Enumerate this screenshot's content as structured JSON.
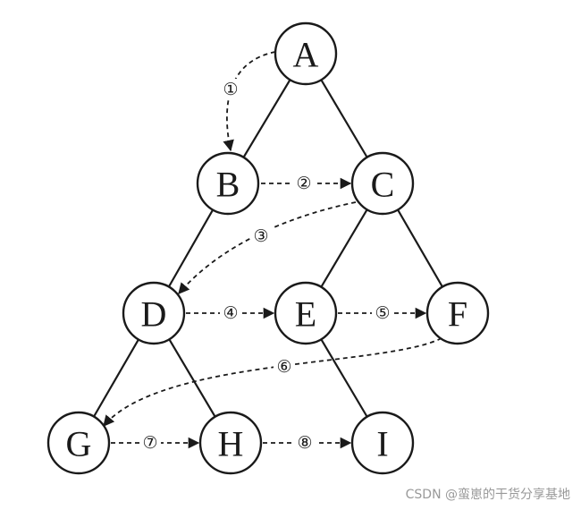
{
  "nodes": [
    {
      "id": "A",
      "label": "A"
    },
    {
      "id": "B",
      "label": "B"
    },
    {
      "id": "C",
      "label": "C"
    },
    {
      "id": "D",
      "label": "D"
    },
    {
      "id": "E",
      "label": "E"
    },
    {
      "id": "F",
      "label": "F"
    },
    {
      "id": "G",
      "label": "G"
    },
    {
      "id": "H",
      "label": "H"
    },
    {
      "id": "I",
      "label": "I"
    }
  ],
  "tree_edges": [
    [
      "A",
      "B"
    ],
    [
      "A",
      "C"
    ],
    [
      "B",
      "D"
    ],
    [
      "C",
      "E"
    ],
    [
      "C",
      "F"
    ],
    [
      "D",
      "G"
    ],
    [
      "D",
      "H"
    ],
    [
      "E",
      "I"
    ]
  ],
  "traversal_steps": [
    {
      "label": "①",
      "from": "A",
      "to": "B"
    },
    {
      "label": "②",
      "from": "B",
      "to": "C"
    },
    {
      "label": "③",
      "from": "C",
      "to": "D"
    },
    {
      "label": "④",
      "from": "D",
      "to": "E"
    },
    {
      "label": "⑤",
      "from": "E",
      "to": "F"
    },
    {
      "label": "⑥",
      "from": "F",
      "to": "G"
    },
    {
      "label": "⑦",
      "from": "G",
      "to": "H"
    },
    {
      "label": "⑧",
      "from": "H",
      "to": "I"
    }
  ],
  "watermark": "CSDN @蛮崽的干货分享基地"
}
